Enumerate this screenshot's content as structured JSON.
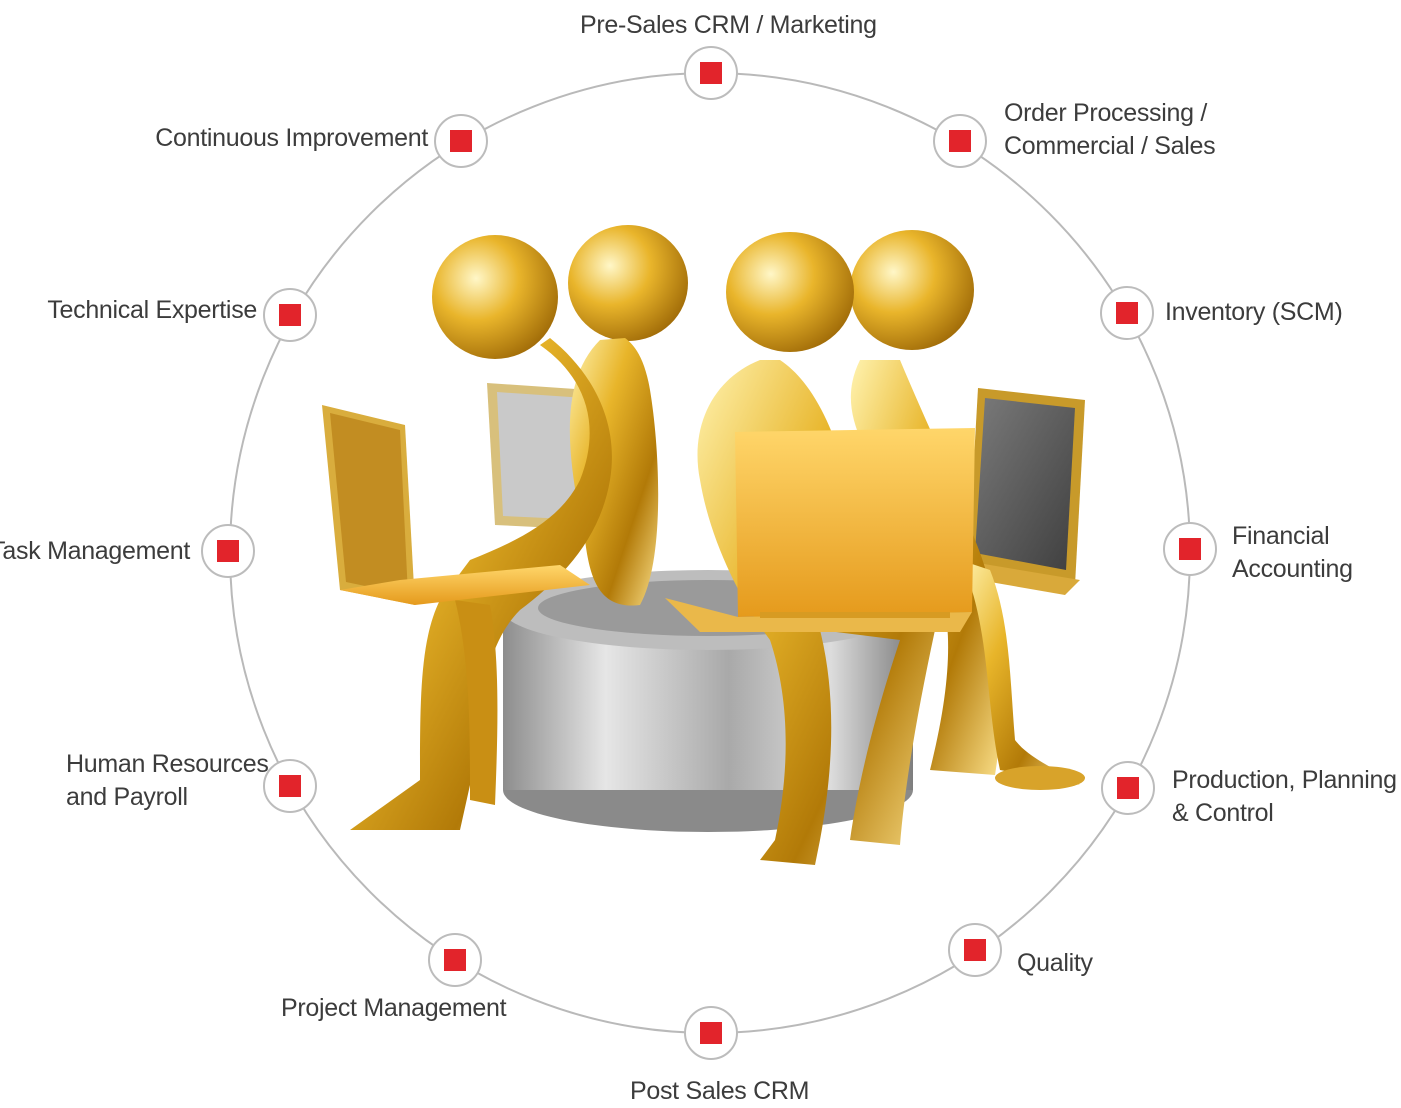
{
  "diagram": {
    "accent": "#e2242b",
    "ring_color": "#b9b9b9",
    "illustration": "gold-figures-with-laptops",
    "nodes": [
      {
        "id": "pre-sales",
        "lines": [
          "Pre-Sales CRM / Marketing"
        ]
      },
      {
        "id": "order-processing",
        "lines": [
          "Order Processing /",
          "Commercial / Sales"
        ]
      },
      {
        "id": "inventory",
        "lines": [
          "Inventory (SCM)"
        ]
      },
      {
        "id": "financial",
        "lines": [
          "Financial",
          "Accounting"
        ]
      },
      {
        "id": "production",
        "lines": [
          "Production, Planning",
          "& Control"
        ]
      },
      {
        "id": "quality",
        "lines": [
          "Quality"
        ]
      },
      {
        "id": "post-sales",
        "lines": [
          "Post Sales CRM"
        ]
      },
      {
        "id": "project-management",
        "lines": [
          "Project Management"
        ]
      },
      {
        "id": "human-resources",
        "lines": [
          "Human Resources",
          "and Payroll"
        ]
      },
      {
        "id": "task-management",
        "lines": [
          "Task Management"
        ]
      },
      {
        "id": "technical-expertise",
        "lines": [
          "Technical Expertise"
        ]
      },
      {
        "id": "continuous-improvement",
        "lines": [
          "Continuous Improvement"
        ]
      }
    ]
  }
}
